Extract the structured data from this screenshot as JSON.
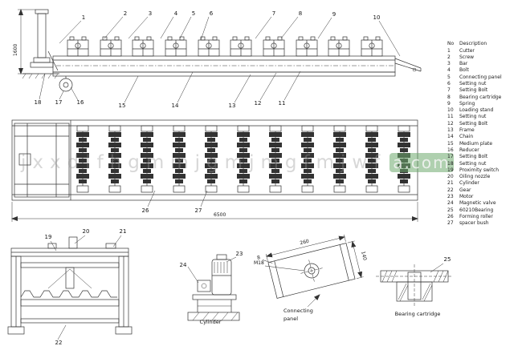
{
  "watermark": {
    "text": "jxxdlfhgmmjgmjmgfmjwf",
    "badge": "a.com"
  },
  "parts_list": {
    "header_no": "No",
    "header_desc": "Description",
    "rows": [
      {
        "no": "1",
        "desc": "Cutter"
      },
      {
        "no": "2",
        "desc": "Screw"
      },
      {
        "no": "3",
        "desc": "Bar"
      },
      {
        "no": "4",
        "desc": "Bolt"
      },
      {
        "no": "5",
        "desc": "Connecting panel"
      },
      {
        "no": "6",
        "desc": "Setting nut"
      },
      {
        "no": "7",
        "desc": "Setting Bolt"
      },
      {
        "no": "8",
        "desc": "Bearing cartridge"
      },
      {
        "no": "9",
        "desc": "Spring"
      },
      {
        "no": "10",
        "desc": "Loading stand"
      },
      {
        "no": "11",
        "desc": "Setting nut"
      },
      {
        "no": "12",
        "desc": "Setting Bolt"
      },
      {
        "no": "13",
        "desc": "Frame"
      },
      {
        "no": "14",
        "desc": "Chain"
      },
      {
        "no": "15",
        "desc": "Medium plate"
      },
      {
        "no": "16",
        "desc": "Reducer"
      },
      {
        "no": "17",
        "desc": "Setting Bolt"
      },
      {
        "no": "18",
        "desc": "Setting nut"
      },
      {
        "no": "19",
        "desc": "Proximity switch"
      },
      {
        "no": "20",
        "desc": "Oiling nozzle"
      },
      {
        "no": "21",
        "desc": "Cylinder"
      },
      {
        "no": "22",
        "desc": "Gear"
      },
      {
        "no": "23",
        "desc": "Motor"
      },
      {
        "no": "24",
        "desc": "Magnetic valve"
      },
      {
        "no": "25",
        "desc": "60210Bearing"
      },
      {
        "no": "26",
        "desc": "Forming roller"
      },
      {
        "no": "27",
        "desc": "spacer bush"
      }
    ]
  },
  "labels": {
    "elev_top": [
      "1",
      "2",
      "3",
      "4",
      "5",
      "6",
      "7",
      "8",
      "9",
      "10"
    ],
    "elev_bottom": [
      "18",
      "17",
      "16",
      "15",
      "14",
      "13",
      "12",
      "11"
    ],
    "plan_26": "26",
    "plan_27": "27",
    "end_19": "19",
    "end_20": "20",
    "end_21": "21",
    "end_22": "22",
    "cyl_23": "23",
    "cyl_24": "24",
    "brg_25": "25",
    "panel_m18": "M18"
  },
  "dims": {
    "stand_height": "1600",
    "machine_length": "6500",
    "panel_length": "260",
    "panel_width": "140",
    "panel_thickness": "8"
  },
  "captions": {
    "cylinder": "Cylinder",
    "panel_line1": "Connecting",
    "panel_line2": "panel",
    "bearing": "Bearing cartridge"
  }
}
